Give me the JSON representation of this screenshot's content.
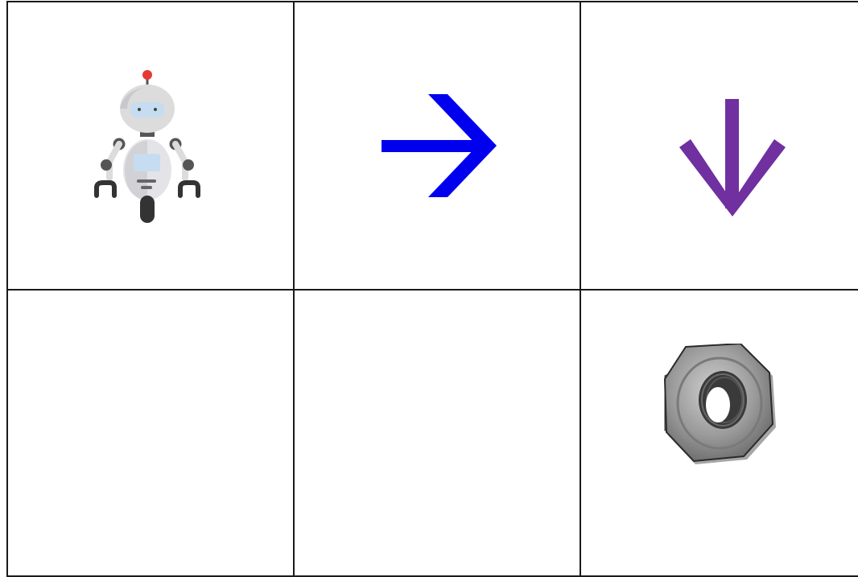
{
  "grid": {
    "rows": 2,
    "columns": 3,
    "cells": [
      {
        "row": 0,
        "col": 0,
        "content": "robot",
        "icon": "robot-icon"
      },
      {
        "row": 0,
        "col": 1,
        "content": "arrow",
        "direction": "right",
        "icon": "arrow-right-icon",
        "color": "#0000ee"
      },
      {
        "row": 0,
        "col": 2,
        "content": "arrow",
        "direction": "down",
        "icon": "arrow-down-icon",
        "color": "#7030a0"
      },
      {
        "row": 1,
        "col": 0,
        "content": "empty"
      },
      {
        "row": 1,
        "col": 1,
        "content": "empty"
      },
      {
        "row": 1,
        "col": 2,
        "content": "goal",
        "icon": "hex-nut-icon"
      }
    ]
  },
  "colors": {
    "grid_line": "#1a1a1a",
    "background": "#ffffff",
    "arrow_right": "#0000ee",
    "arrow_down": "#7030a0"
  }
}
